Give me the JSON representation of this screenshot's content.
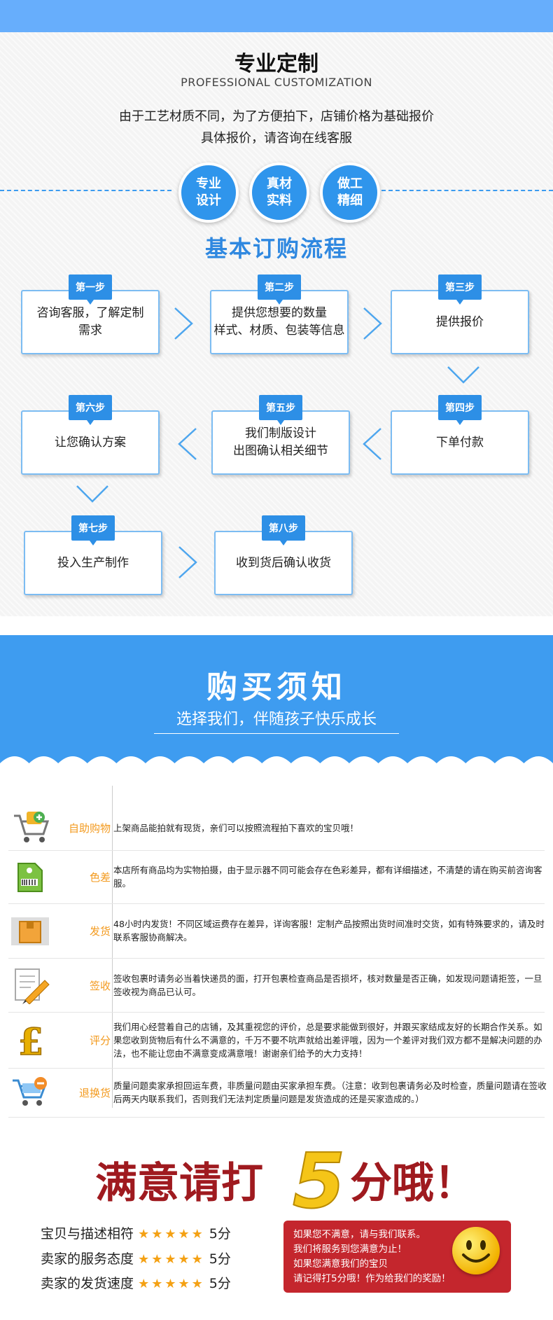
{
  "header": {
    "title": "专业定制",
    "subtitle": "PROFESSIONAL CUSTOMIZATION",
    "intro_line1": "由于工艺材质不同，为了方便拍下，店铺价格为基础报价",
    "intro_line2": "具体报价，请咨询在线客服"
  },
  "features": [
    "专业\n设计",
    "真材\n实料",
    "做工\n精细"
  ],
  "flow": {
    "title": "基本订购流程",
    "steps": [
      {
        "label": "第一步",
        "text": "咨询客服，了解定制\n需求"
      },
      {
        "label": "第二步",
        "text": "提供您想要的数量\n样式、材质、包装等信息"
      },
      {
        "label": "第三步",
        "text": "提供报价"
      },
      {
        "label": "第四步",
        "text": "下单付款"
      },
      {
        "label": "第五步",
        "text": "我们制版设计\n出图确认相关细节"
      },
      {
        "label": "第六步",
        "text": "让您确认方案"
      },
      {
        "label": "第七步",
        "text": "投入生产制作"
      },
      {
        "label": "第八步",
        "text": "收到货后确认收货"
      }
    ]
  },
  "notice": {
    "title": "购买须知",
    "subtitle": "选择我们，伴随孩子快乐成长",
    "items": [
      {
        "label": "自助购物",
        "icon": "shopping-cart-add-icon",
        "text": "上架商品能拍就有现货，亲们可以按照流程拍下喜欢的宝贝哦！"
      },
      {
        "label": "色差",
        "icon": "price-tag-icon",
        "text": "本店所有商品均为实物拍摄，由于显示器不同可能会存在色彩差异，都有详细描述，不清楚的请在购买前咨询客服。"
      },
      {
        "label": "发货",
        "icon": "package-box-icon",
        "text": "48小时内发货！不同区域运费存在差异，详询客服！定制产品按照出货时间准时交货，如有特殊要求的，请及时联系客服协商解决。"
      },
      {
        "label": "签收",
        "icon": "document-pencil-icon",
        "text": "签收包裹时请务必当着快递员的面，打开包裹检查商品是否损坏，核对数量是否正确，如发现问题请拒签，一旦签收视为商品已认可。"
      },
      {
        "label": "评分",
        "icon": "pound-sign-icon",
        "text": "我们用心经营着自己的店铺，及其重视您的评价，总是要求能做到很好，并跟买家结成友好的长期合作关系。如果您收到货物后有什么不满意的，千万不要不吭声就给出差评哦，因为一个差评对我们双方都不是解决问题的办法，也不能让您由不满意变成满意哦！谢谢亲们给予的大力支持！"
      },
      {
        "label": "退换货",
        "icon": "shopping-cart-remove-icon",
        "text": "质量问题卖家承担回运车费，非质量问题由买家承担车费。（注意：收到包裹请务必及时检查，质量问题请在签收后两天内联系我们，否则我们无法判定质量问题是发货造成的还是买家造成的。）"
      }
    ]
  },
  "rating": {
    "pre": "满意请打",
    "num": "5",
    "post": "分哦！",
    "rows": [
      {
        "label": "宝贝与描述相符",
        "stars": "★★★★★",
        "score": "5分"
      },
      {
        "label": "卖家的服务态度",
        "stars": "★★★★★",
        "score": "5分"
      },
      {
        "label": "卖家的发货速度",
        "stars": "★★★★★",
        "score": "5分"
      }
    ],
    "note": [
      "如果您不满意，请与我们联系。",
      "我们将服务到您满意为止！",
      "如果您满意我们的宝贝",
      "请记得打5分哦！作为给我们的奖励！"
    ]
  },
  "colors": {
    "accent": "#2f95ec",
    "topbar": "#67aefc",
    "label": "#f39a1e",
    "rating_red": "#c4262d",
    "star": "#f4a114"
  }
}
